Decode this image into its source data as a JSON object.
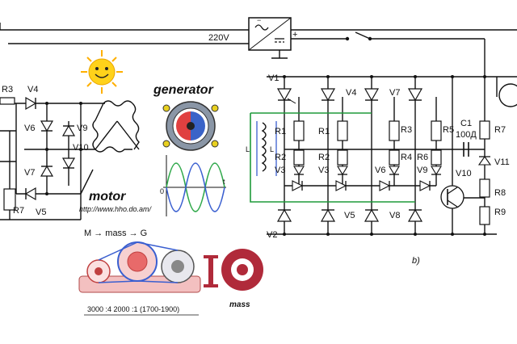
{
  "labels": {
    "voltage": "220V",
    "generator": "generator",
    "motor": "motor",
    "url": "http://www.hho.do.am/",
    "mass_formula": "M → mass → G",
    "rpm_formula": "3000 :4 2000 :1 (1700-1900)",
    "mass_word": "mass",
    "section_b": "b)",
    "axis_t": "t",
    "axis_zero": "0",
    "coil_l1": "L",
    "coil_l2": "L"
  },
  "left_components": {
    "r3": "R3",
    "v4": "V4",
    "v6": "V6",
    "v7": "V7",
    "v5": "V5",
    "r7": "R7",
    "v9": "V9",
    "v10": "V10"
  },
  "right_components": {
    "v1": "V1",
    "v2": "V2",
    "v4": "V4",
    "v5": "V5",
    "v7": "V7",
    "v8": "V8",
    "r1a": "R1",
    "r1b": "R1",
    "r2a": "R2",
    "r2b": "R2",
    "v3a": "V3",
    "v3b": "V3",
    "r3": "R3",
    "r4": "R4",
    "v6": "V6",
    "r5": "R5",
    "r6": "R6",
    "v9": "V9",
    "v10": "V10",
    "c1": "C1",
    "c1_val": "100Д",
    "r7": "R7",
    "v11": "V11",
    "r8": "R8",
    "r9": "R9"
  },
  "colors": {
    "wire": "#111111",
    "green_wire": "#1e9a3a",
    "blue_wire": "#3a5fd0",
    "sun": "#ffd21a",
    "mass_red": "#b02a3a",
    "motor_pink": "#e86a6a"
  }
}
